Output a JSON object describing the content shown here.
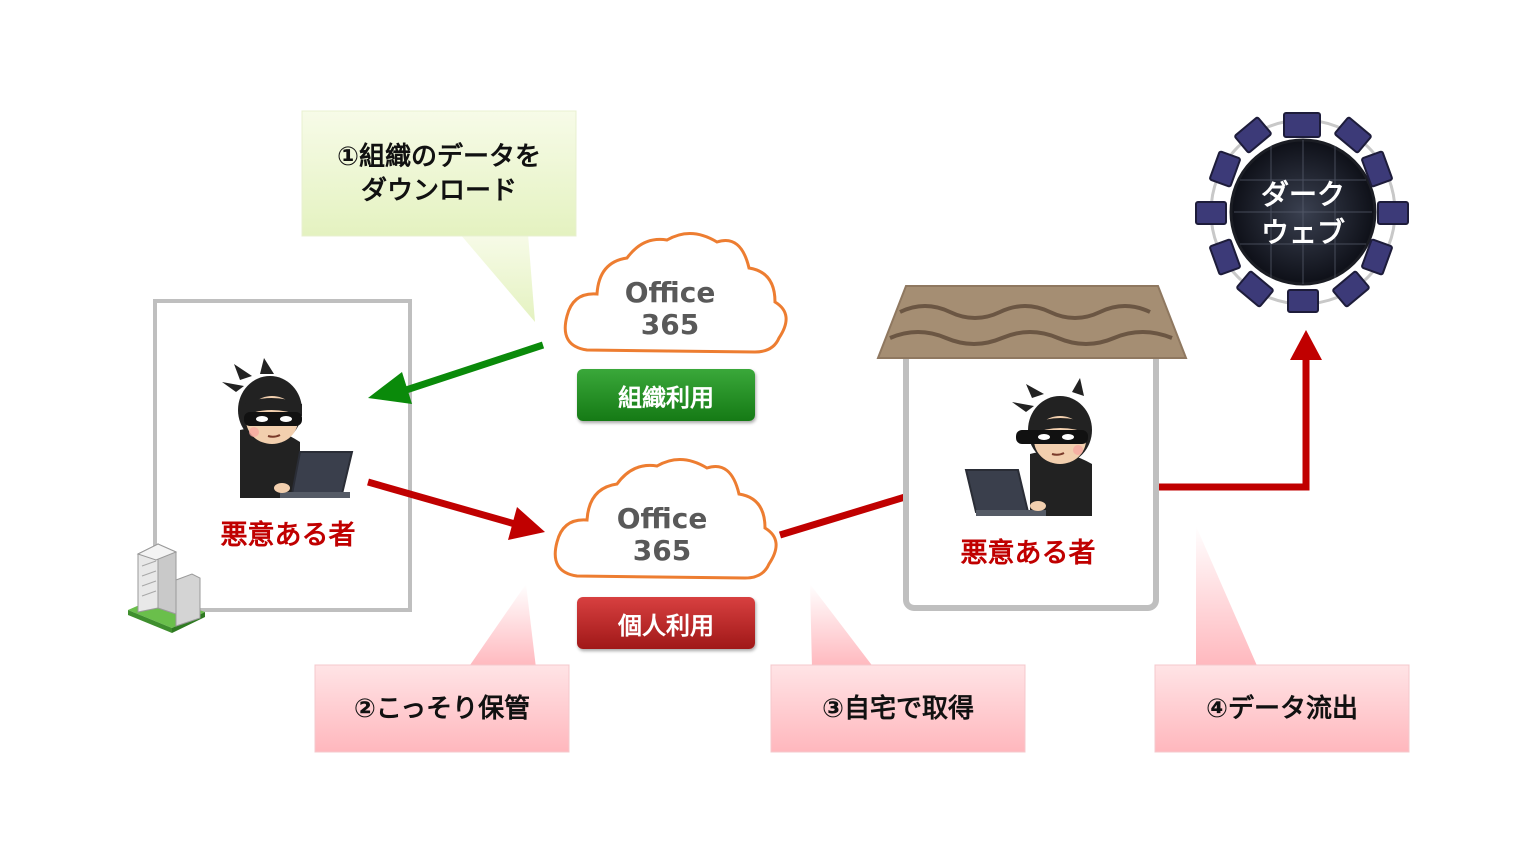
{
  "callouts": {
    "step1_line1": "①組織のデータを",
    "step1_line2": "ダウンロード",
    "step2": "②こっそり保管",
    "step3": "③自宅で取得",
    "step4": "④データ流出"
  },
  "clouds": {
    "org": {
      "line1": "Office",
      "line2": "365",
      "tag": "組織利用"
    },
    "personal": {
      "line1": "Office",
      "line2": "365",
      "tag": "個人利用"
    }
  },
  "actors": {
    "office_actor": "悪意ある者",
    "home_actor": "悪意ある者"
  },
  "darkweb": {
    "line1": "ダーク",
    "line2": "ウェブ"
  },
  "colors": {
    "green_arrow": "#0a8a0a",
    "red_arrow": "#c00000",
    "callout_green": "#eef7d4",
    "callout_pink": "#ffcfd2",
    "cloud_outline": "#ed7d31",
    "actor_text": "#c00000"
  }
}
